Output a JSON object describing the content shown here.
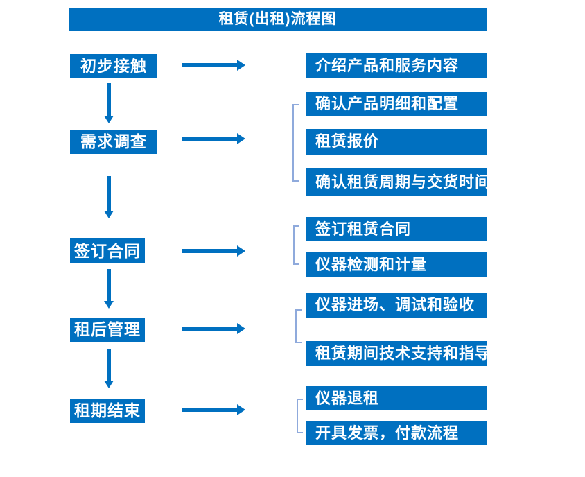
{
  "title": "租赁(出租)流程图",
  "colors": {
    "primary": "#0070C0",
    "bracket": "#8FAADC",
    "box_text": "#FFFFFF"
  },
  "steps": [
    {
      "label": "初步接触",
      "details": [
        "介绍产品和服务内容"
      ]
    },
    {
      "label": "需求调查",
      "details": [
        "确认产品明细和配置",
        "租赁报价",
        "确认租赁周期与交货时间"
      ]
    },
    {
      "label": "签订合同",
      "details": [
        "签订租赁合同",
        "仪器检测和计量"
      ]
    },
    {
      "label": "租后管理",
      "details": [
        "仪器进场、调试和验收",
        "租赁期间技术支持和指导"
      ]
    },
    {
      "label": "租期结束",
      "details": [
        "仪器退租",
        "开具发票，付款流程"
      ]
    }
  ]
}
